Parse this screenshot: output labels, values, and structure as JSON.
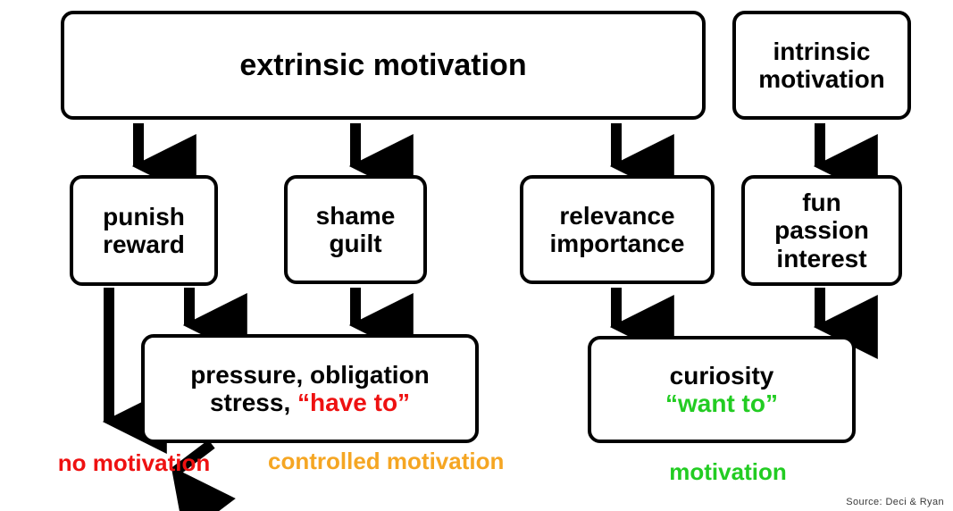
{
  "diagram": {
    "title_text": "Motivation types flow diagram",
    "source_note": "Source: Deci & Ryan",
    "colors": {
      "stroke": "#000000",
      "red": "#ee1111",
      "green": "#22cc22",
      "orange": "#f5a623",
      "background": "#ffffff"
    },
    "boxes": {
      "extrinsic": {
        "line1": "extrinsic motivation"
      },
      "intrinsic": {
        "line1": "intrinsic",
        "line2": "motivation"
      },
      "punish": {
        "line1": "punish",
        "line2": "reward"
      },
      "shame": {
        "line1": "shame",
        "line2": "guilt"
      },
      "relevance": {
        "line1": "relevance",
        "line2": "importance"
      },
      "fun": {
        "line1": "fun",
        "line2": "passion",
        "line3": "interest"
      },
      "pressure": {
        "line1": "pressure, obligation",
        "line2_black": "stress, ",
        "line2_red": "“have to”"
      },
      "curiosity": {
        "line1": "curiosity",
        "line2_green": "“want to”"
      }
    },
    "labels": {
      "no_motivation": {
        "line1": "no",
        "line2": "motivation",
        "color": "#ee1111"
      },
      "controlled_motivation": {
        "line1": "controlled",
        "line2": "motivation",
        "color": "#f5a623"
      },
      "autonomous_motivation": {
        "line1": "motivation",
        "color": "#22cc22"
      }
    },
    "arrows": [
      {
        "name": "extrinsic-to-punish",
        "from": "extrinsic",
        "to": "punish"
      },
      {
        "name": "extrinsic-to-shame",
        "from": "extrinsic",
        "to": "shame"
      },
      {
        "name": "extrinsic-to-relevance",
        "from": "extrinsic",
        "to": "relevance"
      },
      {
        "name": "intrinsic-to-fun",
        "from": "intrinsic",
        "to": "fun"
      },
      {
        "name": "punish-to-no-motivation",
        "from": "punish",
        "to": "no motivation"
      },
      {
        "name": "punish-to-pressure",
        "from": "punish",
        "to": "pressure"
      },
      {
        "name": "shame-to-pressure",
        "from": "shame",
        "to": "pressure"
      },
      {
        "name": "relevance-to-curiosity",
        "from": "relevance",
        "to": "curiosity"
      },
      {
        "name": "fun-to-curiosity",
        "from": "fun",
        "to": "curiosity"
      },
      {
        "name": "pressure-to-no-motivation",
        "from": "pressure",
        "to": "no motivation"
      }
    ]
  }
}
